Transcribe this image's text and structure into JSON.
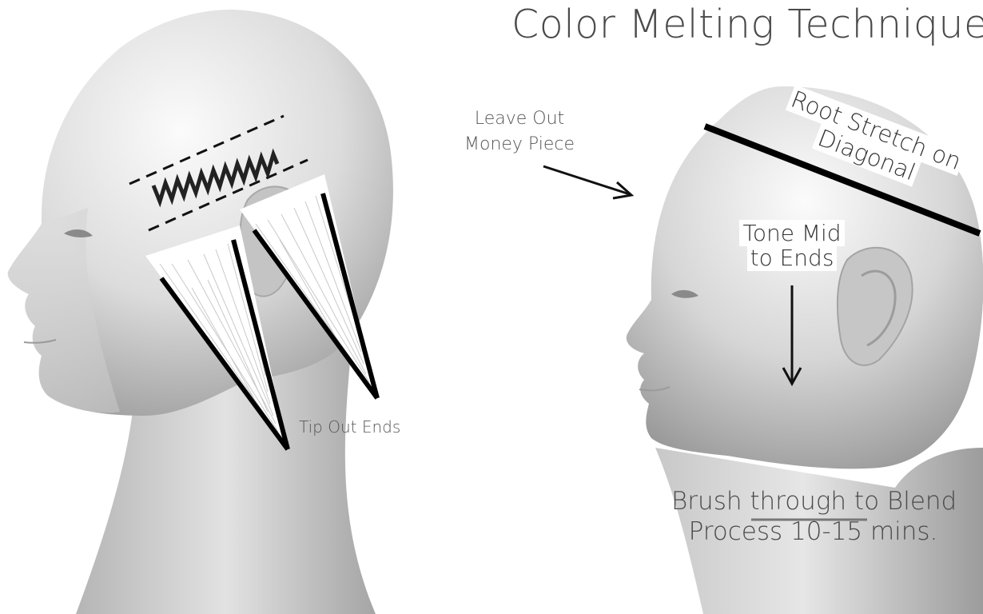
{
  "title": "Color Melting Technique",
  "annotations": {
    "leave_out_line1": "Leave Out",
    "leave_out_line2": "Money Piece",
    "tip_out": "Tip Out Ends",
    "tone_mid_line1": "Tone Mid",
    "tone_mid_line2": "to Ends",
    "root_stretch_line1": "Root Stretch on",
    "root_stretch_line2": "Diagonal",
    "brush_line1": "Brush through to Blend",
    "brush_line2": "Process 10-15 mins."
  },
  "colors": {
    "background": "#ffffff",
    "head_shade_light": "#f4f4f4",
    "head_shade_dark": "#a9a9a9",
    "ink": "#000000",
    "text": "#444444"
  }
}
